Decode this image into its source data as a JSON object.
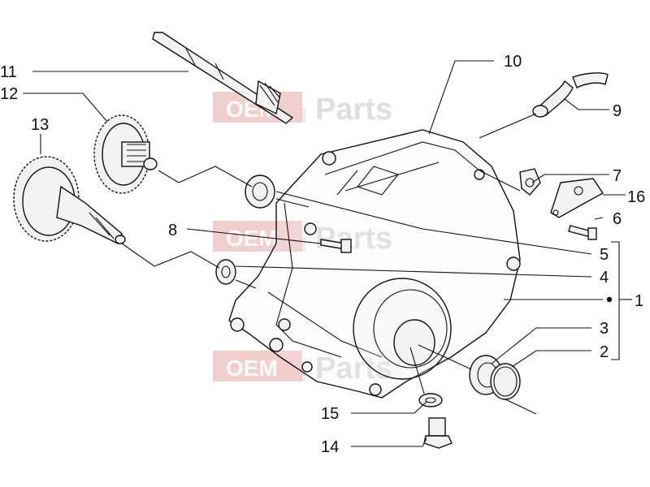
{
  "callouts": {
    "n1": "1",
    "n2": "2",
    "n3": "3",
    "n4": "4",
    "n5": "5",
    "n6": "6",
    "n7": "7",
    "n8": "8",
    "n9": "9",
    "n10": "10",
    "n11": "11",
    "n12": "12",
    "n13": "13",
    "n14": "14",
    "n15": "15",
    "n16": "16"
  },
  "watermark": {
    "oem": "OEM",
    "bike": "BIKE",
    "parts": "Parts"
  },
  "colors": {
    "watermark_red": "#e8a7a7",
    "line": "#111111"
  }
}
